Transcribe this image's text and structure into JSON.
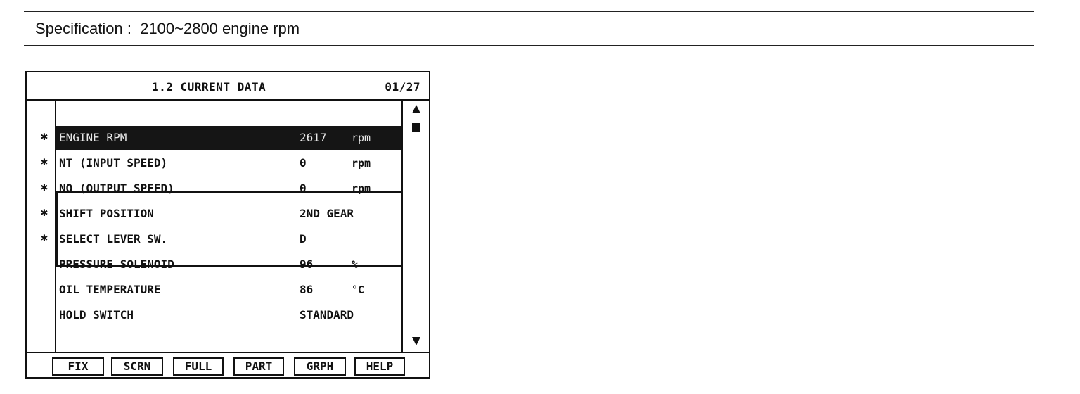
{
  "spec": {
    "text": "Specification :  2100~2800 engine rpm"
  },
  "screen": {
    "title": "1.2 CURRENT DATA",
    "page": "01/27",
    "marker": "✱",
    "rows": [
      {
        "label": "",
        "value": "",
        "unit": "",
        "marked": false
      },
      {
        "label": "ENGINE RPM",
        "value": "2617",
        "unit": "rpm",
        "marked": true
      },
      {
        "label": "NT (INPUT SPEED)",
        "value": "0",
        "unit": "rpm",
        "marked": true
      },
      {
        "label": "NO (OUTPUT SPEED)",
        "value": "0",
        "unit": "rpm",
        "marked": true
      },
      {
        "label": "SHIFT POSITION",
        "value": "2ND GEAR",
        "unit": "",
        "marked": true
      },
      {
        "label": "SELECT LEVER SW.",
        "value": "D",
        "unit": "",
        "marked": true
      },
      {
        "label": "PRESSURE SOLENOID",
        "value": "96",
        "unit": "%",
        "marked": false
      },
      {
        "label": "OIL TEMPERATURE",
        "value": "86",
        "unit": "°C",
        "marked": false
      },
      {
        "label": "HOLD SWITCH",
        "value": "STANDARD",
        "unit": "",
        "marked": false
      }
    ],
    "function_keys": [
      "FIX",
      "SCRN",
      "FULL",
      "PART",
      "GRPH",
      "HELP"
    ]
  },
  "icons": {
    "scroll_up": "triangle-up",
    "scroll_thumb": "square",
    "scroll_down": "triangle-down",
    "row_marker": "asterisk"
  }
}
